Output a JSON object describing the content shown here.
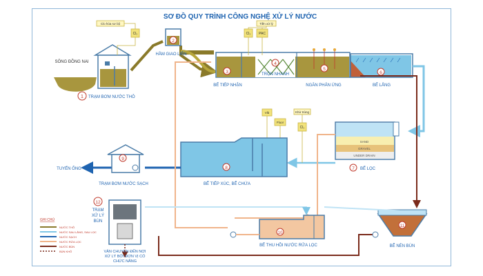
{
  "title": "SƠ ĐỒ QUY TRÌNH CÔNG NGHỆ XỬ LÝ NƯỚC",
  "colors": {
    "raw": "#8a7a2a",
    "settled": "#7fc6e6",
    "clean": "#1e63b0",
    "wash": "#f0b48a",
    "sludge": "#7a2a1a",
    "chem": "#f2e37b",
    "border": "#8fb6d8"
  },
  "labels": {
    "river": "SÔNG ĐỒNG NAI",
    "chem1": "Clo hóa sơ bộ",
    "cl2_a": "Cl₂",
    "cl2_b": "Cl₂",
    "pac": "PAC",
    "tien_xu_ly": "Tiền xử lý",
    "vlb": "Vlb",
    "fluor": "Fluor",
    "khu_trung": "Khử trùng",
    "cl2_c": "Cl₂",
    "tuyen_ong": "TUYẾN ỐNG",
    "sand": "SAND",
    "gravel": "GRAVEL",
    "under_drain": "UNDER DRAIN",
    "transport": [
      "VẬN CHUYỂN ĐẾN NƠI",
      "XỬ LÝ BỞI ĐƠN VỊ CÓ",
      "CHỨC NĂNG"
    ]
  },
  "stages": [
    {
      "num": "1",
      "name": "TRẠM BƠM NƯỚC THÔ"
    },
    {
      "num": "2",
      "name": "HẦM GIAO LIÊN"
    },
    {
      "num": "3",
      "name": "BỂ TIẾP NHẬN"
    },
    {
      "num": "4",
      "name": "TRỘN NHANH"
    },
    {
      "num": "5",
      "name": "NGĂN PHẢN ỨNG"
    },
    {
      "num": "6",
      "name": "BỂ LẮNG"
    },
    {
      "num": "7",
      "name": "BỂ LỌC"
    },
    {
      "num": "8",
      "name": "BỂ TIẾP XÚC, BỂ CHỨA"
    },
    {
      "num": "9",
      "name": "TRẠM BƠM NƯỚC SẠCH"
    },
    {
      "num": "10",
      "name": "BỂ THU HỒI NƯỚC RỬA LỌC"
    },
    {
      "num": "11",
      "name": "BỂ NÉN BÙN"
    },
    {
      "num": "12",
      "name": [
        "TRẠM",
        "XỬ LÝ",
        "BÙN"
      ]
    }
  ],
  "legend": {
    "title": "GHI CHÚ",
    "items": [
      {
        "label": "NƯỚC THÔ",
        "color": "#8a7a2a"
      },
      {
        "label": "NƯỚC SAU LẮNG, SAU LỌC",
        "color": "#7fc6e6"
      },
      {
        "label": "NƯỚC SẠCH",
        "color": "#1e63b0"
      },
      {
        "label": "NƯỚC RỬA LỌC",
        "color": "#f0b48a"
      },
      {
        "label": "NƯỚC BÙN",
        "color": "#7a2a1a"
      },
      {
        "label": "BÙN KHÔ",
        "color": "#7a2a1a"
      }
    ]
  }
}
